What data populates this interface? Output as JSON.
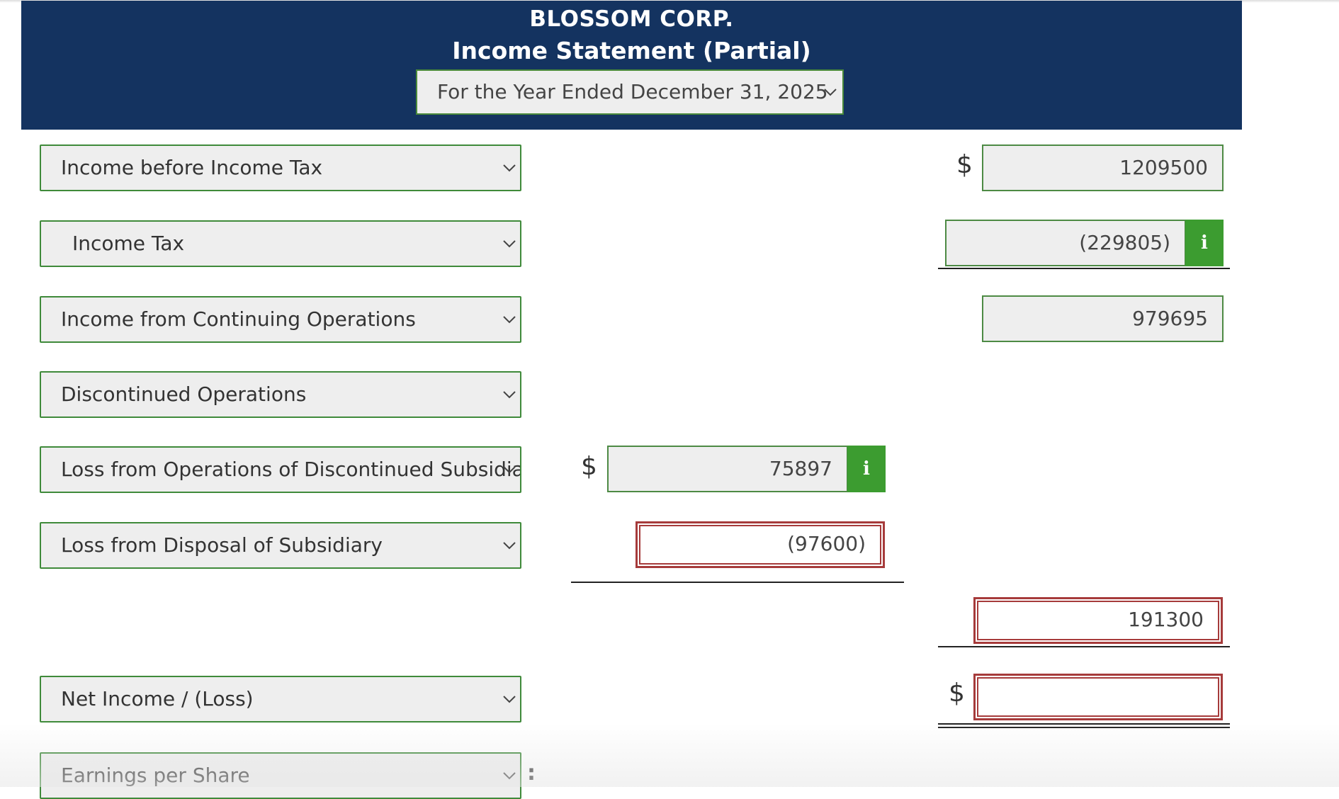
{
  "header": {
    "company": "BLOSSOM CORP.",
    "statement": "Income Statement (Partial)",
    "period": "For the Year Ended December 31, 2025"
  },
  "rows": [
    {
      "label": "Income before Income Tax",
      "col2": "1209500",
      "col2_prefix": "$"
    },
    {
      "label": "Income Tax",
      "col2": "(229805)",
      "col2_info": true
    },
    {
      "label": "Income from Continuing Operations",
      "col2": "979695"
    },
    {
      "label": "Discontinued Operations"
    },
    {
      "label": "Loss from Operations of Discontinued Subsidiary",
      "col1": "75897",
      "col1_prefix": "$",
      "col1_info": true
    },
    {
      "label": "Loss from Disposal of Subsidiary",
      "col1": "(97600)",
      "col1_status": "incorrect"
    },
    {
      "col2": "191300",
      "col2_status": "incorrect"
    },
    {
      "label": "Net Income / (Loss)",
      "col2": "",
      "col2_prefix": "$",
      "col2_status": "incorrect"
    },
    {
      "label": "Earnings per Share",
      "suffix": ":"
    }
  ],
  "icons": {
    "info": "i",
    "dropdown": "chevron-down-icon"
  },
  "colors": {
    "header_bg": "#143360",
    "valid_border": "#3f8a3a",
    "info_bg": "#3c9c30",
    "error_border": "#a63b3b",
    "field_bg": "#eeeeee"
  }
}
